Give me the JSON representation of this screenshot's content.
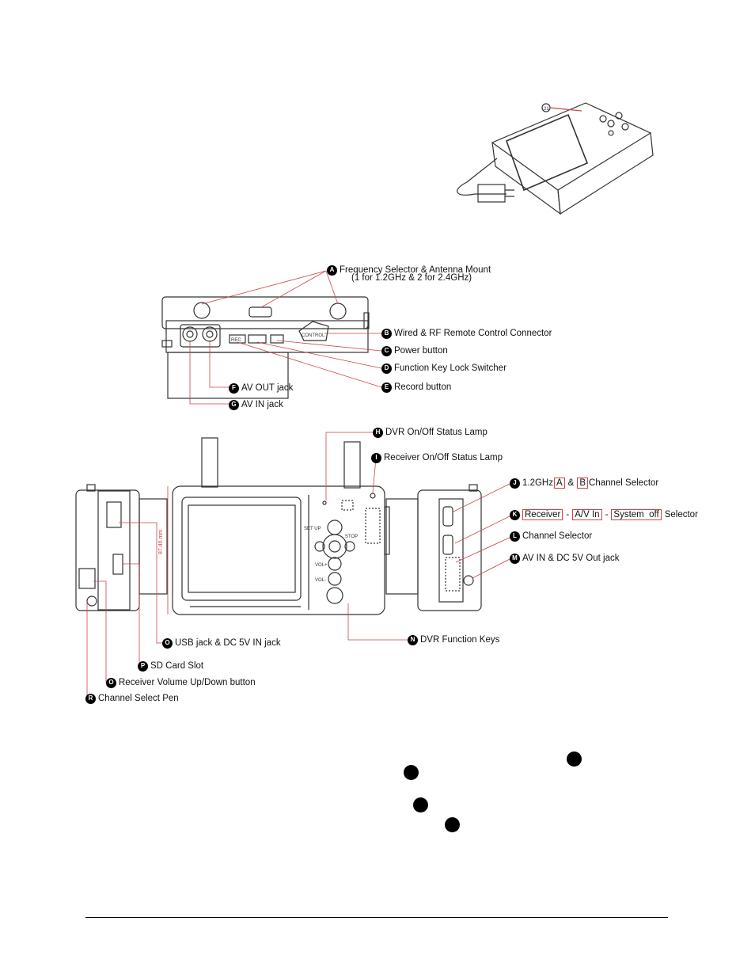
{
  "figure": {
    "labels": {
      "A": {
        "badge": "A",
        "line1": "Frequency Selector & Antenna Mount",
        "line2": "(1 for 1.2GHz & 2 for 2.4GHz)"
      },
      "B": {
        "badge": "B",
        "text": "Wired & RF Remote Control Connector"
      },
      "C": {
        "badge": "C",
        "text": "Power button"
      },
      "D": {
        "badge": "D",
        "text": "Function Key Lock Switcher"
      },
      "E": {
        "badge": "E",
        "text": "Record button"
      },
      "F": {
        "badge": "F",
        "text": "AV OUT jack"
      },
      "G": {
        "badge": "G",
        "text": "AV IN jack"
      },
      "H": {
        "badge": "H",
        "text": "DVR On/Off Status Lamp"
      },
      "I": {
        "badge": "I",
        "text": "Receiver On/Off Status Lamp"
      },
      "J": {
        "badge": "J",
        "pre": "1.2GHz",
        "boxA": "A",
        "amp": "&",
        "boxB": "B",
        "post": "Channel Selector"
      },
      "K": {
        "badge": "K",
        "box1": "Receiver",
        "sep1": "-",
        "box2": "A/V In",
        "sep2": "-",
        "box3": "System  off",
        "post": "Selector"
      },
      "L": {
        "badge": "L",
        "text": "Channel Selector"
      },
      "M": {
        "badge": "M",
        "text": "AV IN & DC 5V Out jack"
      },
      "N": {
        "badge": "N",
        "text": "DVR Function Keys"
      },
      "O1": {
        "badge": "O",
        "text": "USB jack & DC 5V IN jack"
      },
      "P": {
        "badge": "P",
        "text": "SD Card Slot"
      },
      "O2": {
        "badge": "O",
        "text": "Receiver Volume Up/Down button"
      },
      "R": {
        "badge": "R",
        "text": "Channel Select Pen"
      }
    },
    "device_text": {
      "control": "CONTROL",
      "rec": "REC",
      "set_up": "SET UP",
      "stop": "STOP",
      "vol_plus": "VOL+",
      "vol_minus": "VOL-",
      "dimension": "87.40 mm",
      "callout_21": "21"
    }
  }
}
